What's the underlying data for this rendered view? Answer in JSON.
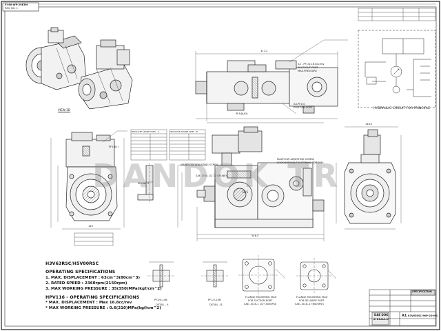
{
  "stamp": {
    "text": "FI-60-WP-29E3M",
    "sub": "REV. NO. 1"
  },
  "views": {
    "view3d": "VIEW-3D",
    "hydraulic_circuit": "HYDRAULIC CIRCUIT FOR PRINCIPLE"
  },
  "side_view_labels": {
    "pilot_port": "A3 - PF1/4-16.8cc/rev",
    "pilot_port2": "PILOT/OUT PORT",
    "max_pressure": "MAX.PRESSURE",
    "position_port": "A3-PF1/4",
    "position_port2": "POSITION PORT",
    "drain_port": "PF3/8(A3)",
    "mainflow_screw_left": "MAINFLOW ADJUSTING SCREW",
    "mainflow_screw_right": "MAXFLOW ADJUSTING SCREW",
    "lock_nut": "LOCK-NUT(M8):TIGHTENING TORQUE",
    "pf_port": "PF1(A1)",
    "spline_left": "SPLINE 4 -",
    "spline_sae": "SAE, J744-1/2 10 SPLINES",
    "dr": "Dr1"
  },
  "spline_tables": [
    {
      "title": "INVOLUTE SPLINE DIMS - A"
    },
    {
      "title": "INVOLUTE SPLINE DIMS - B"
    }
  ],
  "dims": {
    "d1": "317.2",
    "d2": "148.5",
    "d3": "246.5",
    "d4": "140"
  },
  "specs": {
    "model": "H3V63RSC/H5V80RSC",
    "heading": "OPERATING SPECIFICATIONS",
    "items": [
      "1. MAX. DISPLACEMENT : 63cm^3(80cm^3)",
      "2. RATED SPEED : 2360rpm(2150rpm)",
      "3. MAX WORKING PRESSURE : 35(350)MPa(kgf/cm^2)"
    ],
    "hpv_heading": "HPV116 - OPERATING SPECIFICATIONS",
    "hpv_items": [
      "* MAX. DISPLACEMENT : Max 16.8cc/rev",
      "* MAX WORKING PRESSURE : 0.6(210)MPa(kgf/cm^2)"
    ]
  },
  "bottom_labels": {
    "port1": "PF3/4-14N",
    "port2": "PF1/2-14N",
    "flange1": "FLANGE MOUNTING FACE",
    "flange1b": "FOR SUCTION PORT",
    "flange1c": "SAE--J518-1 1/2\"(3000PSI)",
    "flange2": "FLANGE MOUNTING FACE",
    "flange2b": "FOR DELIVERY PORT",
    "flange2c": "SAE--J518--1\"(6000PSI)",
    "detail1": "DETAIL - A",
    "detail2": "DETAIL - B"
  },
  "title_block": {
    "company": "DAE DOK",
    "company2": "HYDRAULIC",
    "doc": "SPECIFICATION",
    "part_no": "K3V63RSC-9NP-2D-MA",
    "sheet": "A1"
  },
  "watermark": "DANDOK TR"
}
